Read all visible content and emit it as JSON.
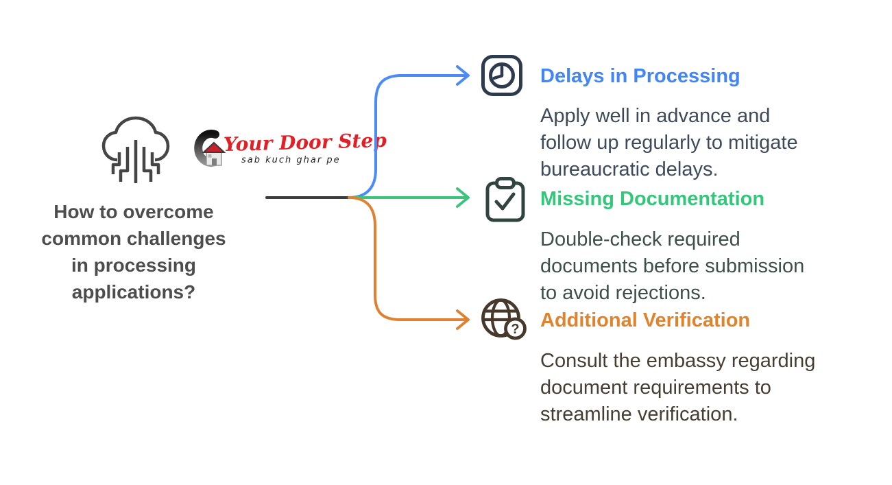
{
  "logo": {
    "brand_name": "Your Door Step",
    "tagline": "sab kuch ghar pe",
    "brand_color": "#e11f26"
  },
  "title_lines": [
    "How to overcome",
    "common challenges",
    "in processing",
    "applications?"
  ],
  "title_color": "#4d4d4d",
  "trunk_color": "#3d3d3d",
  "background_color": "#ffffff",
  "sections": [
    {
      "heading": "Delays in Processing",
      "heading_color": "#4285f4",
      "arrow_color": "#4b8bf5",
      "icon": "clock-icon",
      "body_lines": [
        "Apply well in advance and",
        "follow up regularly to mitigate",
        "bureaucratic delays."
      ]
    },
    {
      "heading": "Missing Documentation",
      "heading_color": "#34c77b",
      "arrow_color": "#3cc47c",
      "icon": "clipboard-check-icon",
      "body_lines": [
        "Double-check required",
        "documents before submission",
        "to avoid rejections."
      ]
    },
    {
      "heading": "Additional Verification",
      "heading_color": "#e0832d",
      "arrow_color": "#df8130",
      "icon": "globe-question-icon",
      "icon_glyph": "?",
      "body_lines": [
        "Consult the embassy regarding",
        "document requirements to",
        "streamline verification."
      ]
    }
  ]
}
